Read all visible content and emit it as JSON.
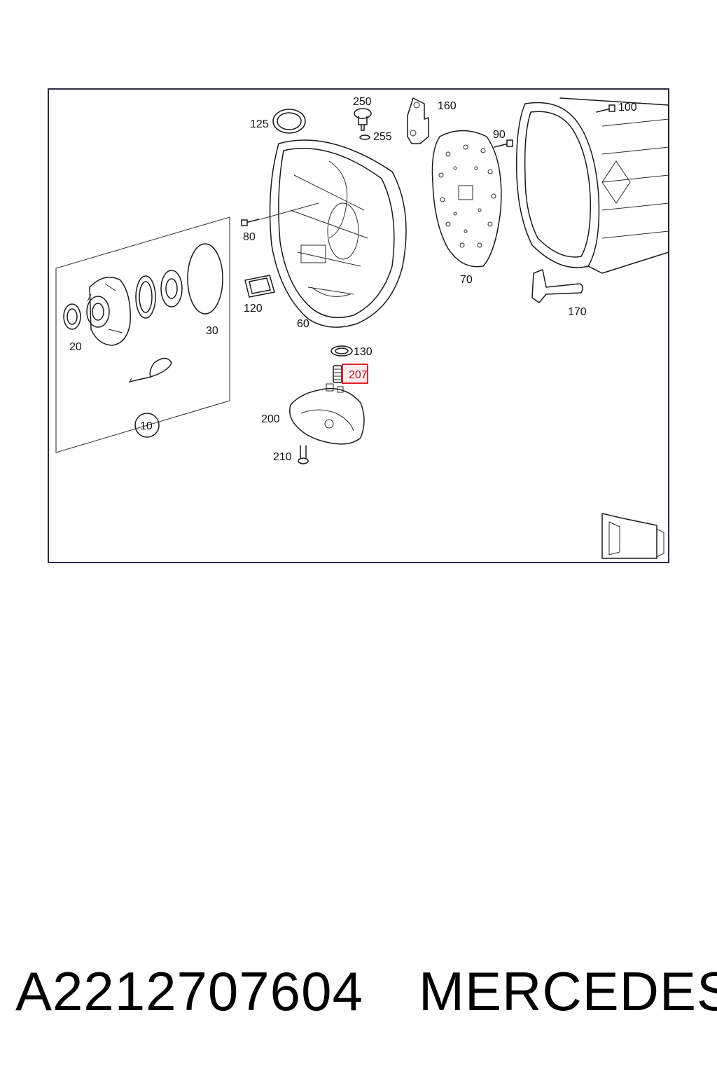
{
  "diagram": {
    "callouts": {
      "c10": "10",
      "c20": "20",
      "c30": "30",
      "c60": "60",
      "c70": "70",
      "c80": "80",
      "c90": "90",
      "c100": "100",
      "c120": "120",
      "c125": "125",
      "c130": "130",
      "c160": "160",
      "c170": "170",
      "c200": "200",
      "c207": "207",
      "c210": "210",
      "c250": "250",
      "c255": "255"
    },
    "highlight_color": "#e0202a",
    "highlighted_callout": "207"
  },
  "footer": {
    "part_number": "A2212707604",
    "brand": "MERCEDES"
  }
}
